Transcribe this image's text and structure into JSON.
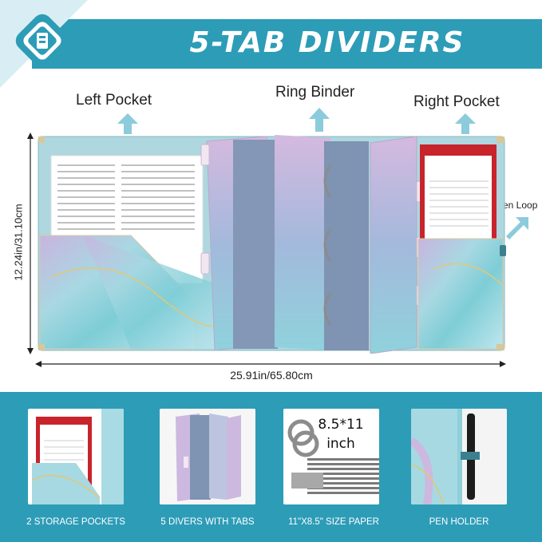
{
  "header": {
    "title": "5-TAB DIVIDERS"
  },
  "labels": {
    "left_pocket": "Left Pocket",
    "ring_binder": "Ring Binder",
    "right_pocket": "Right Pocket",
    "pen_loop": "Pen Loop"
  },
  "dimensions": {
    "height": "12.24in/31.10cm",
    "width": "25.91in/65.80cm"
  },
  "features": [
    {
      "caption": "2 STORAGE POCKETS"
    },
    {
      "caption": "5 DIVERS WITH TABS"
    },
    {
      "caption": "11\"X8.5\" SIZE PAPER",
      "overlay_line1": "8.5*11",
      "overlay_line2": "inch"
    },
    {
      "caption": "PEN HOLDER"
    }
  ],
  "colors": {
    "brand": "#2d9cb7",
    "light": "#d9eef4",
    "folder": "#a8d3dc",
    "divider": "#7f93b3"
  }
}
